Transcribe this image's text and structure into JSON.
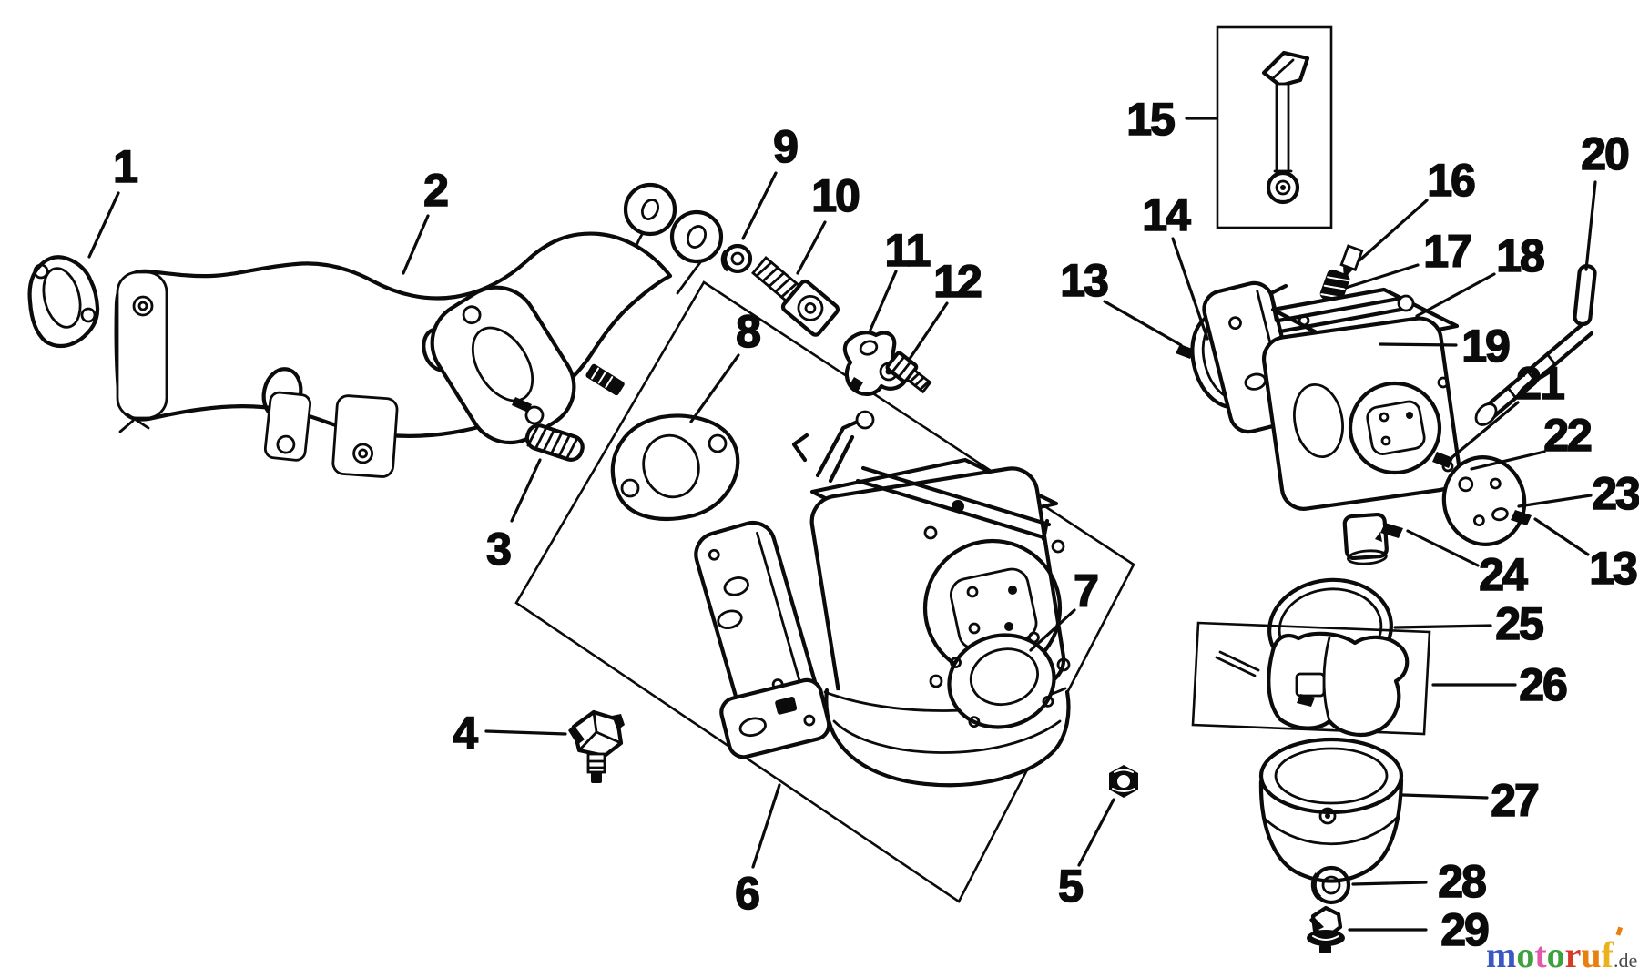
{
  "diagram": {
    "kind": "exploded-parts-diagram",
    "background_color": "#ffffff",
    "ink_color": "#0b0b0b"
  },
  "callouts": {
    "c1": "1",
    "c2": "2",
    "c3": "3",
    "c4": "4",
    "c5": "5",
    "c6": "6",
    "c7": "7",
    "c8": "8",
    "c9": "9",
    "c10": "10",
    "c11": "11",
    "c12": "12",
    "c13": "13",
    "c14": "14",
    "c15": "15",
    "c16": "16",
    "c17": "17",
    "c18": "18",
    "c19": "19",
    "c20": "20",
    "c21": "21",
    "c22": "22",
    "c23": "23",
    "c24": "24",
    "c25": "25",
    "c26": "26",
    "c27": "27",
    "c28": "28",
    "c29": "29"
  },
  "logo": {
    "letters": [
      {
        "ch": "m",
        "color": "#3a57c4"
      },
      {
        "ch": "o",
        "color": "#3da23d"
      },
      {
        "ch": "t",
        "color": "#e05aa8"
      },
      {
        "ch": "o",
        "color": "#3da23d"
      },
      {
        "ch": "r",
        "color": "#d63a2a"
      },
      {
        "ch": "u",
        "color": "#e87f0e"
      },
      {
        "ch": "f",
        "color": "#eab31e"
      }
    ],
    "suffix": ".de",
    "suffix_color": "#4a4a4a",
    "accent_color": "#e87f0e"
  }
}
